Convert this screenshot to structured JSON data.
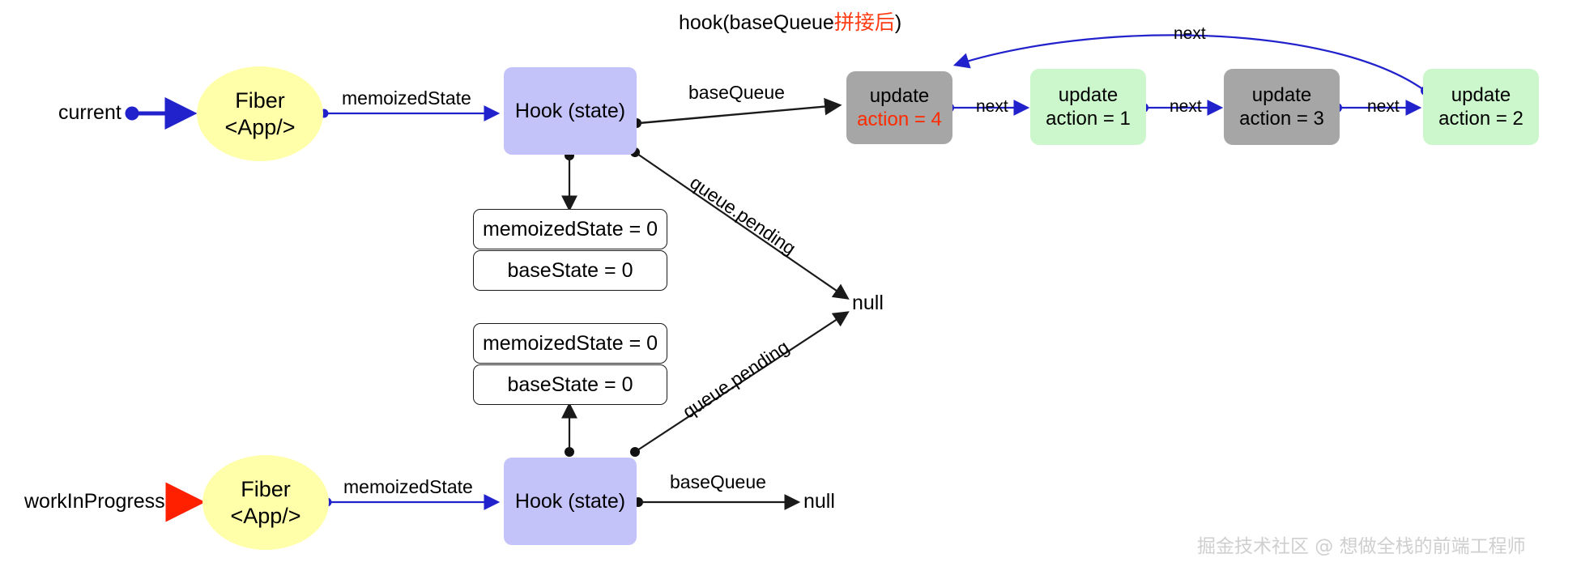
{
  "diagram": {
    "title_plain_prefix": "hook(baseQueue",
    "title_accent": "拼接后",
    "title_plain_suffix": ")",
    "watermark": "掘金技术社区 @ 想做全栈的前端工程师",
    "colors": {
      "fiber_fill": "#ffffaa",
      "hook_fill": "#c3c3fa",
      "update_gray": "#a6a6a6",
      "update_green": "#ccf7cc",
      "accent_red": "#ff2a00",
      "edge_blue": "#2222cc",
      "edge_black": "#1a1a1a",
      "pointer_red": "#ff2000",
      "watermark_gray": "#cfcfcf"
    }
  },
  "top_row": {
    "pointer_label": "current",
    "fiber": {
      "line1": "Fiber",
      "line2": "<App/>"
    },
    "memoized_edge": "memoizedState",
    "hook": "Hook (state)",
    "basequeue_edge": "baseQueue",
    "queue_pending_edge": "queue.pending",
    "queue_pending_target": "null",
    "state_cells": [
      "memoizedState = 0",
      "baseState = 0"
    ]
  },
  "bottom_row": {
    "pointer_label": "workInProgress",
    "fiber": {
      "line1": "Fiber",
      "line2": "<App/>"
    },
    "memoized_edge": "memoizedState",
    "hook": "Hook (state)",
    "basequeue_edge": "baseQueue",
    "basequeue_target": "null",
    "queue_pending_edge": "queue.pending",
    "queue_pending_target": "null",
    "state_cells": [
      "memoizedState = 0",
      "baseState = 0"
    ]
  },
  "update_chain": {
    "next_labels": [
      "next",
      "next",
      "next",
      "next"
    ],
    "nodes": [
      {
        "kind": "update",
        "title": "update",
        "action": "action = 4",
        "color": "gray",
        "action_highlighted": true
      },
      {
        "kind": "update",
        "title": "update",
        "action": "action = 1",
        "color": "green",
        "action_highlighted": false
      },
      {
        "kind": "update",
        "title": "update",
        "action": "action = 3",
        "color": "gray",
        "action_highlighted": false
      },
      {
        "kind": "update",
        "title": "update",
        "action": "action = 2",
        "color": "green",
        "action_highlighted": false
      }
    ]
  }
}
